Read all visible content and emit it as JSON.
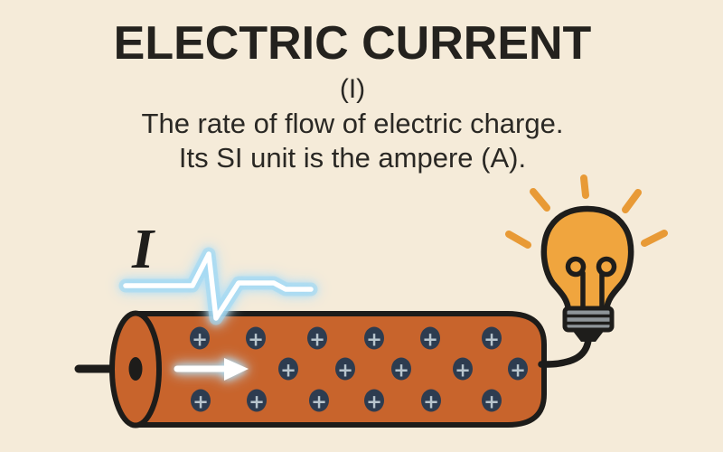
{
  "header": {
    "title": "ELECTRIC CURRENT",
    "symbol": "(I)",
    "definition_line1": "The rate of flow of electric charge.",
    "definition_line2": "Its SI unit is the ampere (A)."
  },
  "diagram": {
    "current_label": "I",
    "positive_charge_symbol": "+",
    "positive_charge_count": 17,
    "charge_rows": [
      6,
      5,
      6
    ],
    "colors": {
      "background": "#f5ebd9",
      "conductor": "#c8642c",
      "outline": "#1d1c1a",
      "charge": "#2d3c50",
      "charge_symbol": "#b8c5cd",
      "bulb": "#f0a53e",
      "bulb_base": "#8f9599",
      "rays": "#e89a36",
      "glow": "#9fd7f2",
      "arrow": "#ffffff"
    }
  }
}
